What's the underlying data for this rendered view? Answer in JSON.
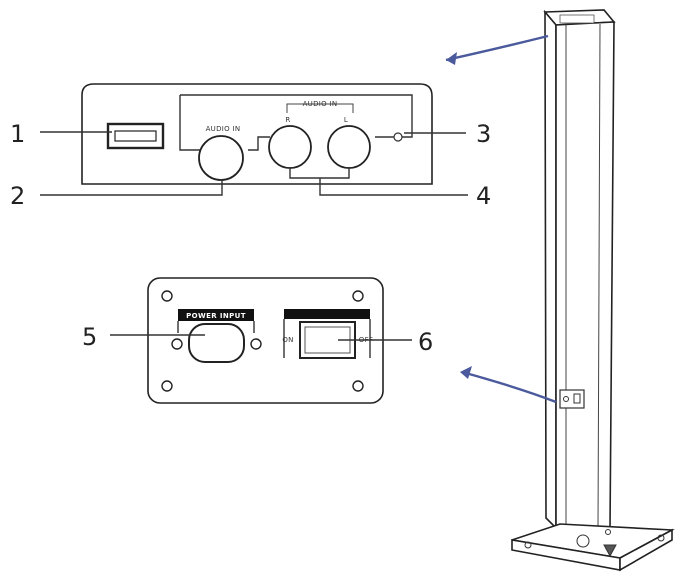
{
  "callouts": [
    "1",
    "2",
    "3",
    "4",
    "5",
    "6"
  ],
  "panel_top": {
    "audio_in_center": "AUDIO IN",
    "audio_in_group": "AUDIO IN",
    "jack_r": "R",
    "jack_l": "L"
  },
  "panel_bottom": {
    "power_input": "POWER INPUT",
    "on": "ON",
    "off": "OFF"
  },
  "colors": {
    "arrow": "#4a5a9c",
    "line": "#222222"
  }
}
